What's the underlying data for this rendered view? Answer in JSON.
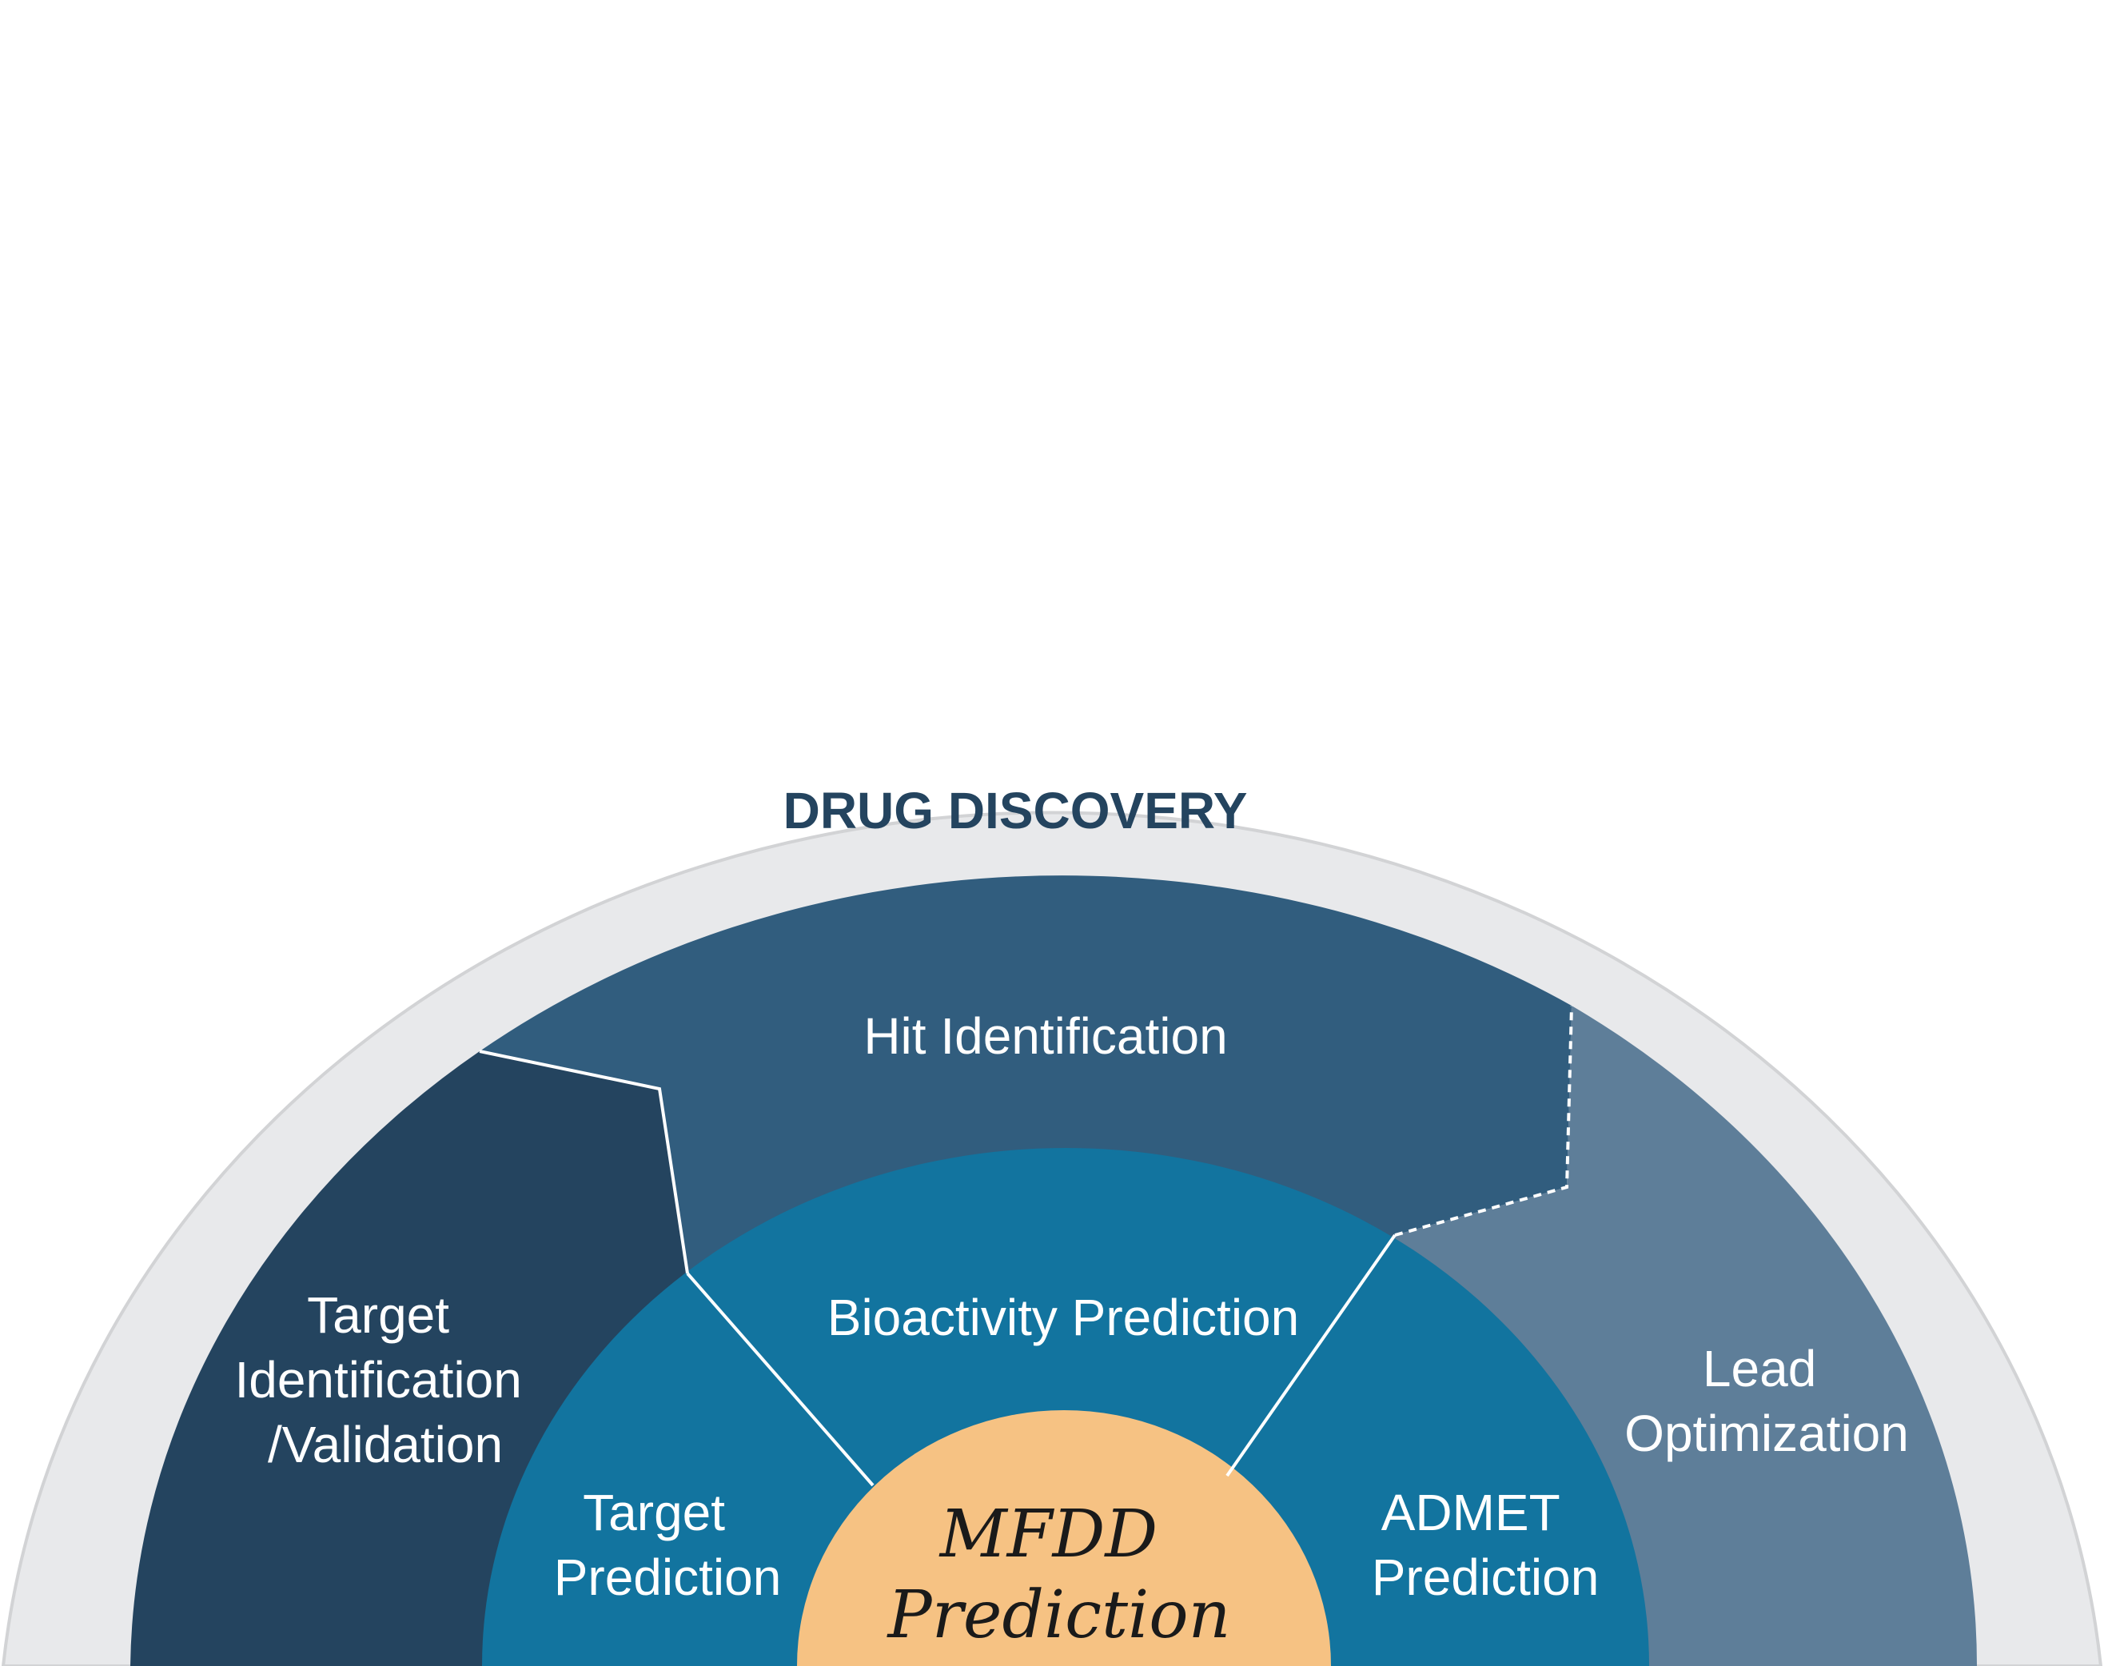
{
  "title": "DRUG DISCOVERY",
  "outer_stages": {
    "target_identification": [
      "Target",
      "Identification",
      "/Validation"
    ],
    "hit_identification": "Hit Identification",
    "lead_optimization": [
      "Lead",
      "Optimization"
    ]
  },
  "inner_stages": {
    "target_prediction": [
      "Target",
      "Prediction"
    ],
    "bioactivity_prediction": "Bioactivity Prediction",
    "admet_prediction": [
      "ADMET",
      "Prediction"
    ]
  },
  "center": [
    "MFDD",
    "Prediction"
  ],
  "colors": {
    "outer_ring": "#e8e9eb",
    "outer_ring_border": "#d2d3d5",
    "target_identification": "#24445f",
    "hit_identification": "#315d7e",
    "lead_optimization": "#5e7e99",
    "inner_ring": "#12749f",
    "center": "#f6c283",
    "title_text": "#24445f",
    "divider": "#ffffff"
  }
}
